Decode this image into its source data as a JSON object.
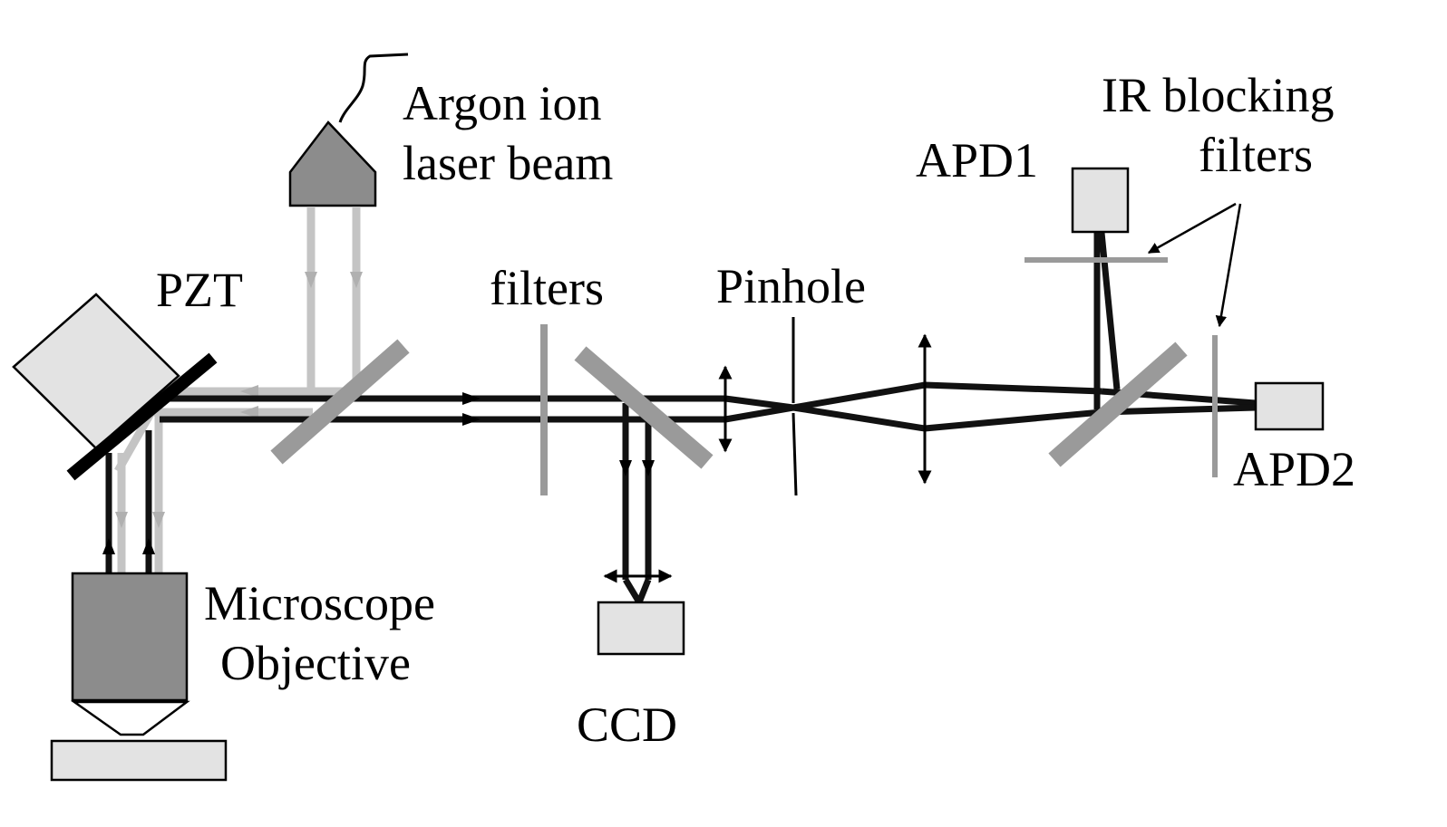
{
  "labels": {
    "argon_line1": "Argon ion",
    "argon_line2": "laser beam",
    "pzt": "PZT",
    "filters": "filters",
    "pinhole": "Pinhole",
    "apd1": "APD1",
    "ir_line1": "IR blocking",
    "ir_line2": "filters",
    "apd2": "APD2",
    "objective_line1": "Microscope",
    "objective_line2": "Objective",
    "ccd": "CCD"
  },
  "colors": {
    "beam_dark": "#111111",
    "beam_light": "#c4c4c4",
    "optic_gray": "#9a9a9a",
    "device_fill": "#e3e3e3",
    "source_fill": "#8c8c8c"
  }
}
